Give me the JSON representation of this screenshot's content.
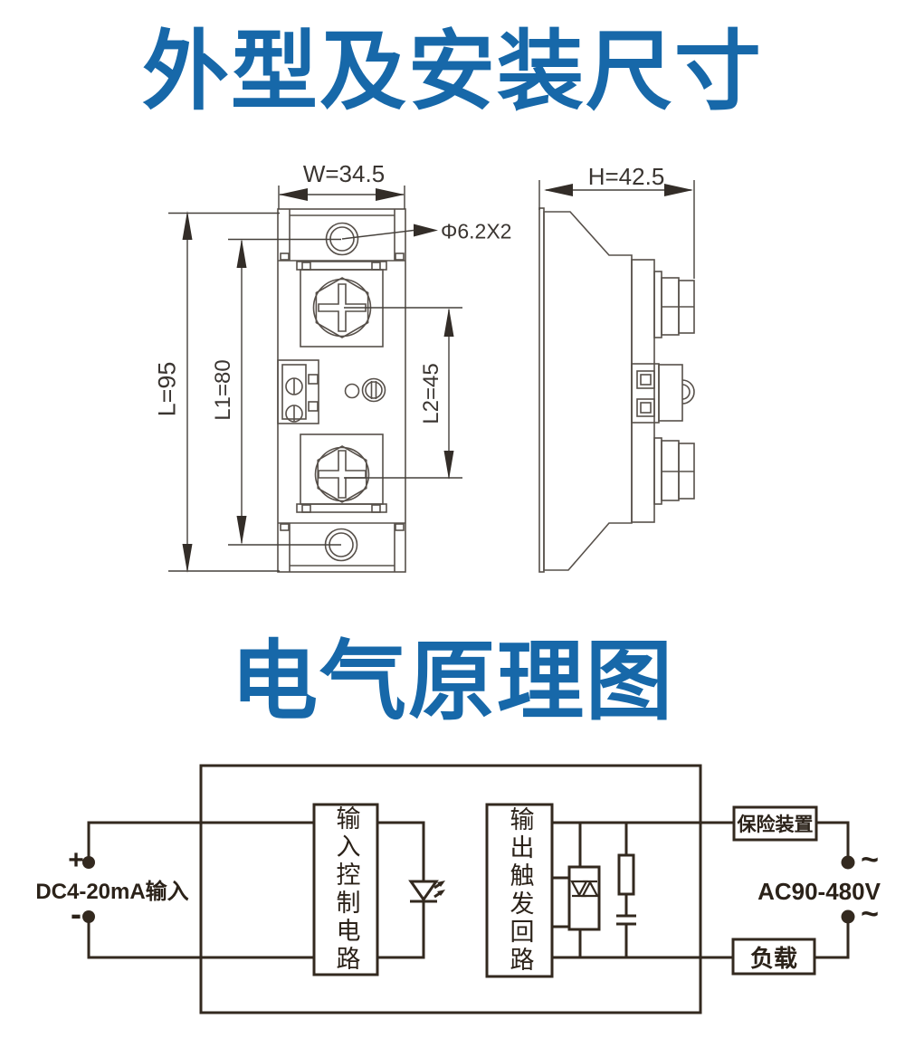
{
  "titles": {
    "outline": "外型及安装尺寸",
    "schematic": "电气原理图"
  },
  "outline_drawing": {
    "dim_w": "W=34.5",
    "dim_h": "H=42.5",
    "dim_l": "L=95",
    "dim_l1": "L1=80",
    "dim_l2": "L2=45",
    "hole_note": "Φ6.2X2"
  },
  "schematic": {
    "plus": "+",
    "minus": "-",
    "dc_input": "DC4-20mA输入",
    "input_block": "输入控制电路",
    "output_block": "输出触发回路",
    "fuse": "保险装置",
    "load": "负载",
    "ac_range": "AC90-480V",
    "ac_tilde": "~"
  },
  "colors": {
    "title_blue": "#1768a9",
    "mech_line": "#57504a",
    "circuit_line": "#33291f"
  }
}
